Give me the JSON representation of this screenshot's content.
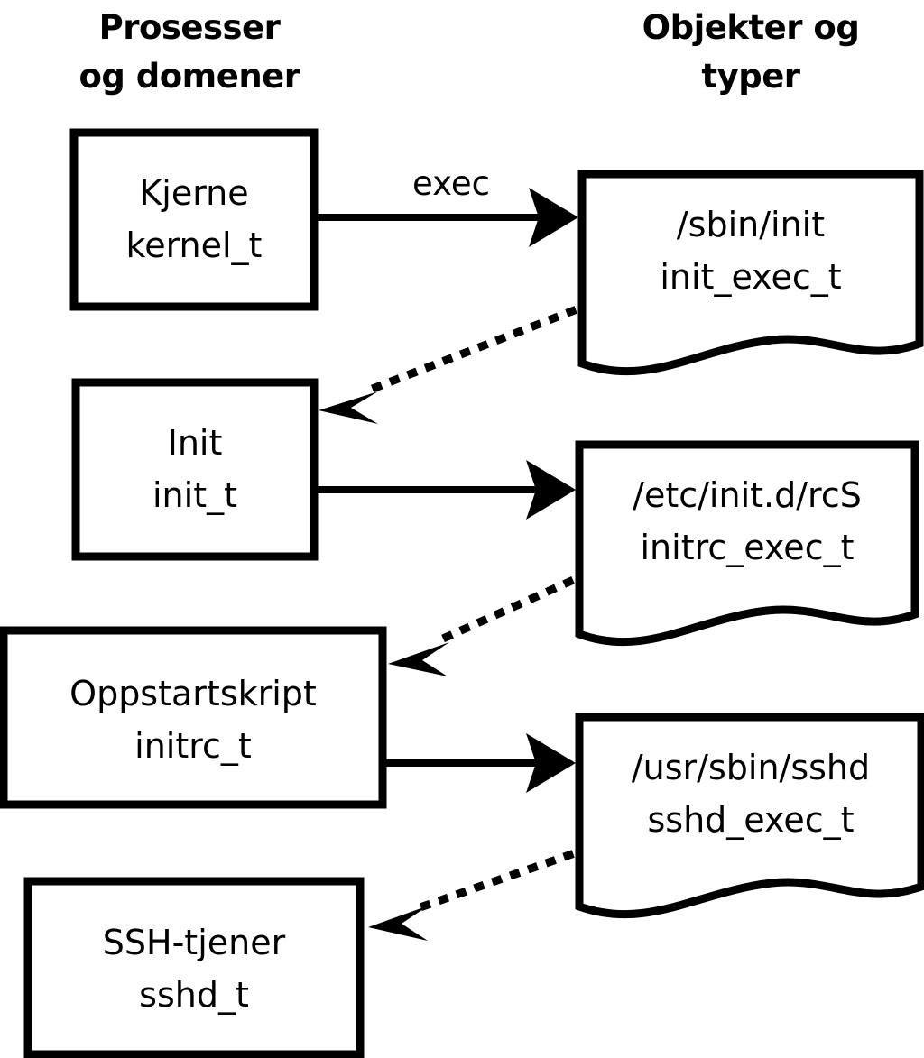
{
  "diagram": {
    "title_left": "Prosesser\nog domener",
    "columns": {
      "left": {
        "line1": "Prosesser",
        "line2": "og domener"
      },
      "right": {
        "line1": "Objekter og",
        "line2": "typer"
      }
    },
    "colors": {
      "stroke": "#000000",
      "fill": "#ffffff",
      "background": "#ffffff"
    },
    "processes": [
      {
        "id": "kernel",
        "name": "Kjerne",
        "type": "kernel_t"
      },
      {
        "id": "init",
        "name": "Init",
        "type": "init_t"
      },
      {
        "id": "initrc",
        "name": "Oppstartskript",
        "type": "initrc_t"
      },
      {
        "id": "sshd",
        "name": "SSH-tjener",
        "type": "sshd_t"
      }
    ],
    "objects": [
      {
        "id": "init_exec",
        "path": "/sbin/init",
        "type": "init_exec_t"
      },
      {
        "id": "initrc_exec",
        "path": "/etc/init.d/rcS",
        "type": "initrc_exec_t"
      },
      {
        "id": "sshd_exec",
        "path": "/usr/sbin/sshd",
        "type": "sshd_exec_t"
      }
    ],
    "edges": [
      {
        "from": "kernel",
        "to": "init_exec",
        "label": "exec",
        "style": "solid"
      },
      {
        "from": "init_exec",
        "to": "init",
        "label": "",
        "style": "dotted"
      },
      {
        "from": "init",
        "to": "initrc_exec",
        "label": "",
        "style": "solid"
      },
      {
        "from": "initrc_exec",
        "to": "initrc",
        "label": "",
        "style": "dotted"
      },
      {
        "from": "initrc",
        "to": "sshd_exec",
        "label": "",
        "style": "solid"
      },
      {
        "from": "sshd_exec",
        "to": "sshd",
        "label": "",
        "style": "dotted"
      }
    ]
  }
}
